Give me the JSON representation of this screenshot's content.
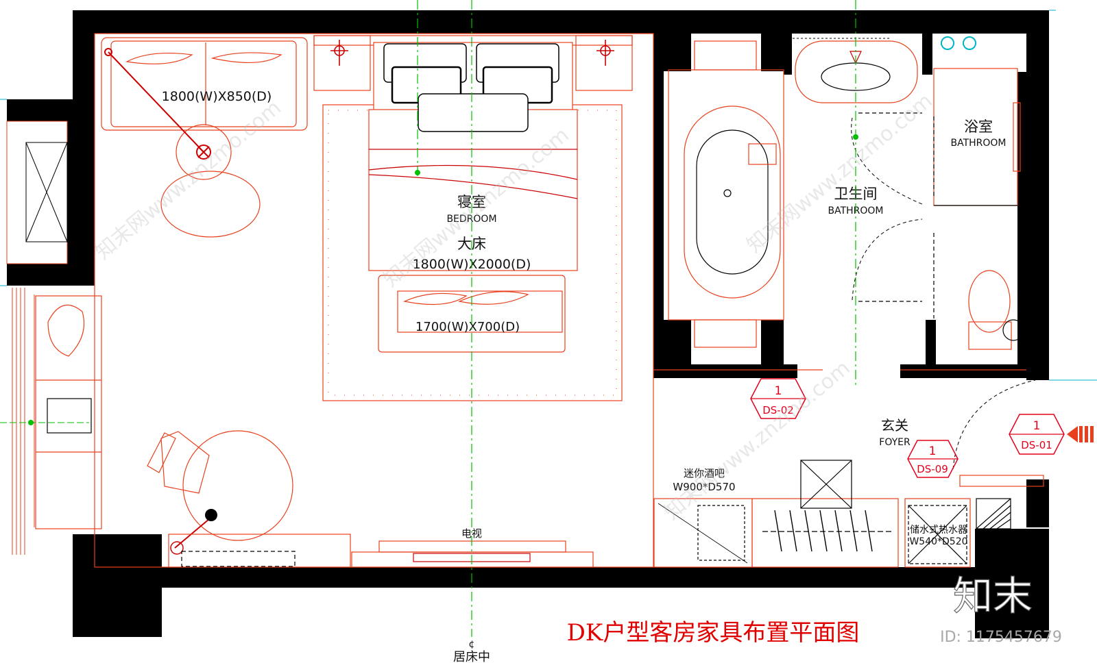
{
  "plan_title": "DK户型客房家具布置平面图",
  "rooms": {
    "bedroom_zh": "寝室",
    "bedroom_en": "BEDROOM",
    "bathroom_zh": "卫生间",
    "bathroom_en": "BATHROOM",
    "shower_zh": "浴室",
    "shower_en": "BATHROOM",
    "foyer_zh": "玄关",
    "foyer_en": "FOYER"
  },
  "furniture": {
    "sofa_size": "1800(W)X850(D)",
    "bed_name": "大床",
    "bed_size": "1800(W)X2000(D)",
    "bench_size": "1700(W)X700(D)",
    "tv_label": "电视",
    "minibar_label": "迷你酒吧",
    "minibar_size": "W900*D570",
    "heater_label": "储水式热水器",
    "heater_size": "W540*D520"
  },
  "axis_label": "居床中",
  "axis_symbol": "¢",
  "section_tags": [
    {
      "num": "1",
      "code": "DS-02"
    },
    {
      "num": "1",
      "code": "DS-01"
    },
    {
      "num": "1",
      "code": "DS-09"
    }
  ],
  "watermark": {
    "brand": "知末",
    "id": "ID: 1175457679",
    "diagonal_text": "知末网www.znzmo.com"
  },
  "colors": {
    "wall": "#000000",
    "furniture": "#e8401c",
    "detail": "#cc0000",
    "axis": "#00c000",
    "cyan": "#00b4c8"
  }
}
